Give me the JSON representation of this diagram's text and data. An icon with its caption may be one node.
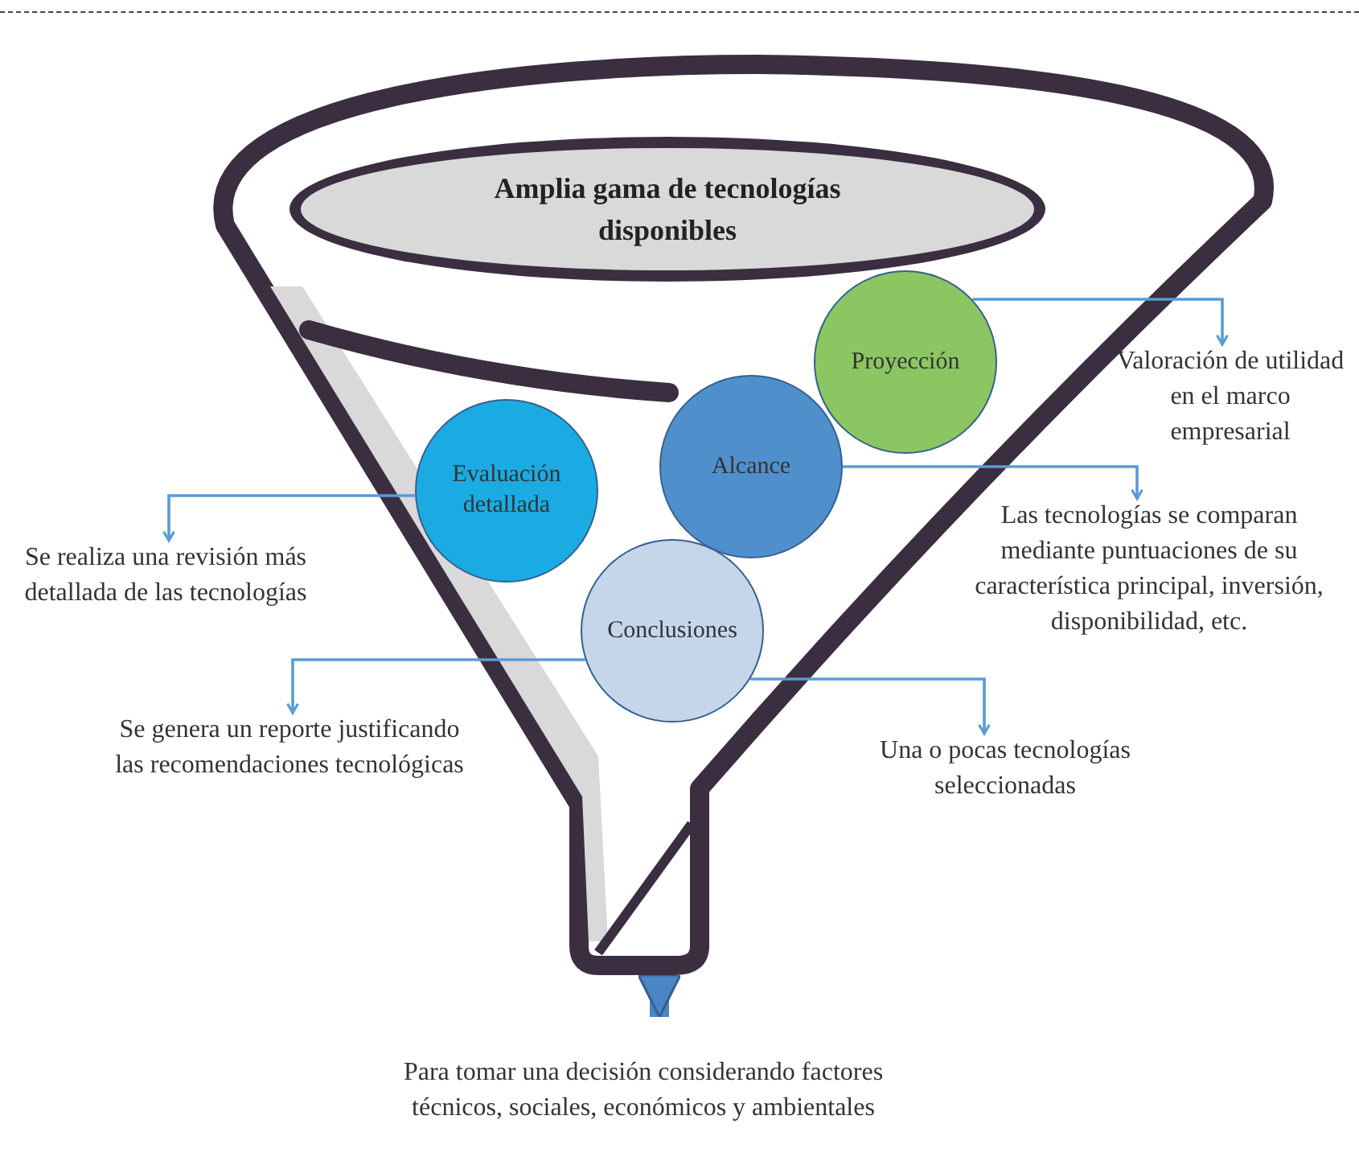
{
  "diagram": {
    "nodes": [
      {
        "text": [],
        "shape": "funnel"
      },
      {
        "text": [
          "Amplia gama de tecnologías disponibles"
        ],
        "in": 0
      },
      {
        "text": [
          "Proyección"
        ],
        "in": 0
      },
      {
        "text": [
          "Valoración de utilidad en el marco empresarial"
        ]
      },
      {
        "text": [
          "Alcance"
        ],
        "in": 0
      },
      {
        "text": [
          "Las tecnologías se comparan mediante puntuaciones de su característica principal, inversión, disponibilidad, etc."
        ]
      },
      {
        "text": [
          "Evaluación detallada"
        ],
        "in": 0
      },
      {
        "text": [
          "Se realiza una revisión más detallada de las tecnologías"
        ]
      },
      {
        "text": [
          "Conclusiones"
        ],
        "in": 0
      },
      {
        "text": [
          "Se genera un reporte justificando las recomendaciones tecnológicas"
        ]
      },
      {
        "text": [
          "Una o pocas tecnologías seleccionadas"
        ]
      },
      {
        "text": [
          "Para tomar una decisión considerando factores técnicos, sociales, económicos y ambientales"
        ]
      }
    ],
    "edges": [
      {
        "from": 2,
        "to": 3,
        "arrow": "to"
      },
      {
        "from": 4,
        "to": 5,
        "arrow": "to"
      },
      {
        "from": 6,
        "to": 7,
        "arrow": "to"
      },
      {
        "from": 8,
        "to": 9,
        "arrow": "to"
      },
      {
        "from": 8,
        "to": 10,
        "arrow": "to"
      },
      {
        "from": 0,
        "to": 11,
        "arrow": "to",
        "style": "thick"
      }
    ]
  }
}
